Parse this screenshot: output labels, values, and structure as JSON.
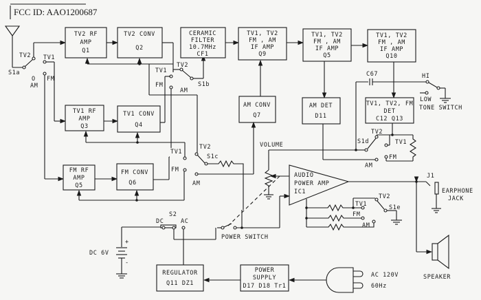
{
  "header": {
    "fcc_id": "FCC ID: AAO1200687"
  },
  "blocks": {
    "tv2_rf_amp": [
      "TV2 RF",
      "AMP",
      "Q1"
    ],
    "tv2_conv": [
      "TV2 CONV",
      "Q2"
    ],
    "ceramic_filter": [
      "CERAMIC",
      "FILTER",
      "10.7MHz",
      "CF1"
    ],
    "if_amp_q9": [
      "TV1, TV2",
      "FM , AM",
      "IF AMP",
      "Q9"
    ],
    "if_amp_q5": [
      "TV1, TV2",
      "FM , AM",
      "IF AMP",
      "Q5"
    ],
    "if_amp_q10": [
      "TV1, TV2",
      "FM , AM",
      "IF AMP",
      "Q10"
    ],
    "tv1_rf_amp": [
      "TV1 RF",
      "AMP",
      "Q3"
    ],
    "tv1_conv": [
      "TV1 CONV",
      "Q4"
    ],
    "am_conv": [
      "AM CONV",
      "Q7"
    ],
    "am_det": [
      "AM DET",
      "D11"
    ],
    "fm_det": [
      "TV1, TV2, FM",
      "DET",
      "C12 Q13"
    ],
    "fm_rf_amp": [
      "FM RF",
      "AMP",
      "Q5"
    ],
    "fm_conv": [
      "FM CONV",
      "Q6"
    ],
    "audio_amp": [
      "AUDIO",
      "POWER AMP",
      "IC1"
    ],
    "regulator": [
      "REGULATOR",
      "Q11 DZ1"
    ],
    "power_supply": [
      "POWER",
      "SUPPLY",
      "D17 D18 Tr1"
    ]
  },
  "labels": {
    "tv2": "TV2",
    "tv1": "TV1",
    "fm": "FM",
    "am": "AM",
    "s1a": "S1a",
    "s1b": "S1b",
    "s1c": "S1c",
    "s1d": "S1d",
    "s1e": "S1e",
    "s2": "S2",
    "dc": "DC",
    "ac": "AC",
    "c67": "C67",
    "hi": "HI",
    "low": "LOW",
    "tone_switch": "TONE SWITCH",
    "volume": "VOLUME",
    "j1": "J1",
    "earphone": "EARPHONE",
    "jack": "JACK",
    "speaker": "SPEAKER",
    "power_switch": "POWER SWITCH",
    "dc6v": "DC 6V",
    "plus": "+",
    "minus": "-",
    "ac120": "AC 120V",
    "hz60": "60Hz",
    "o": "O"
  }
}
